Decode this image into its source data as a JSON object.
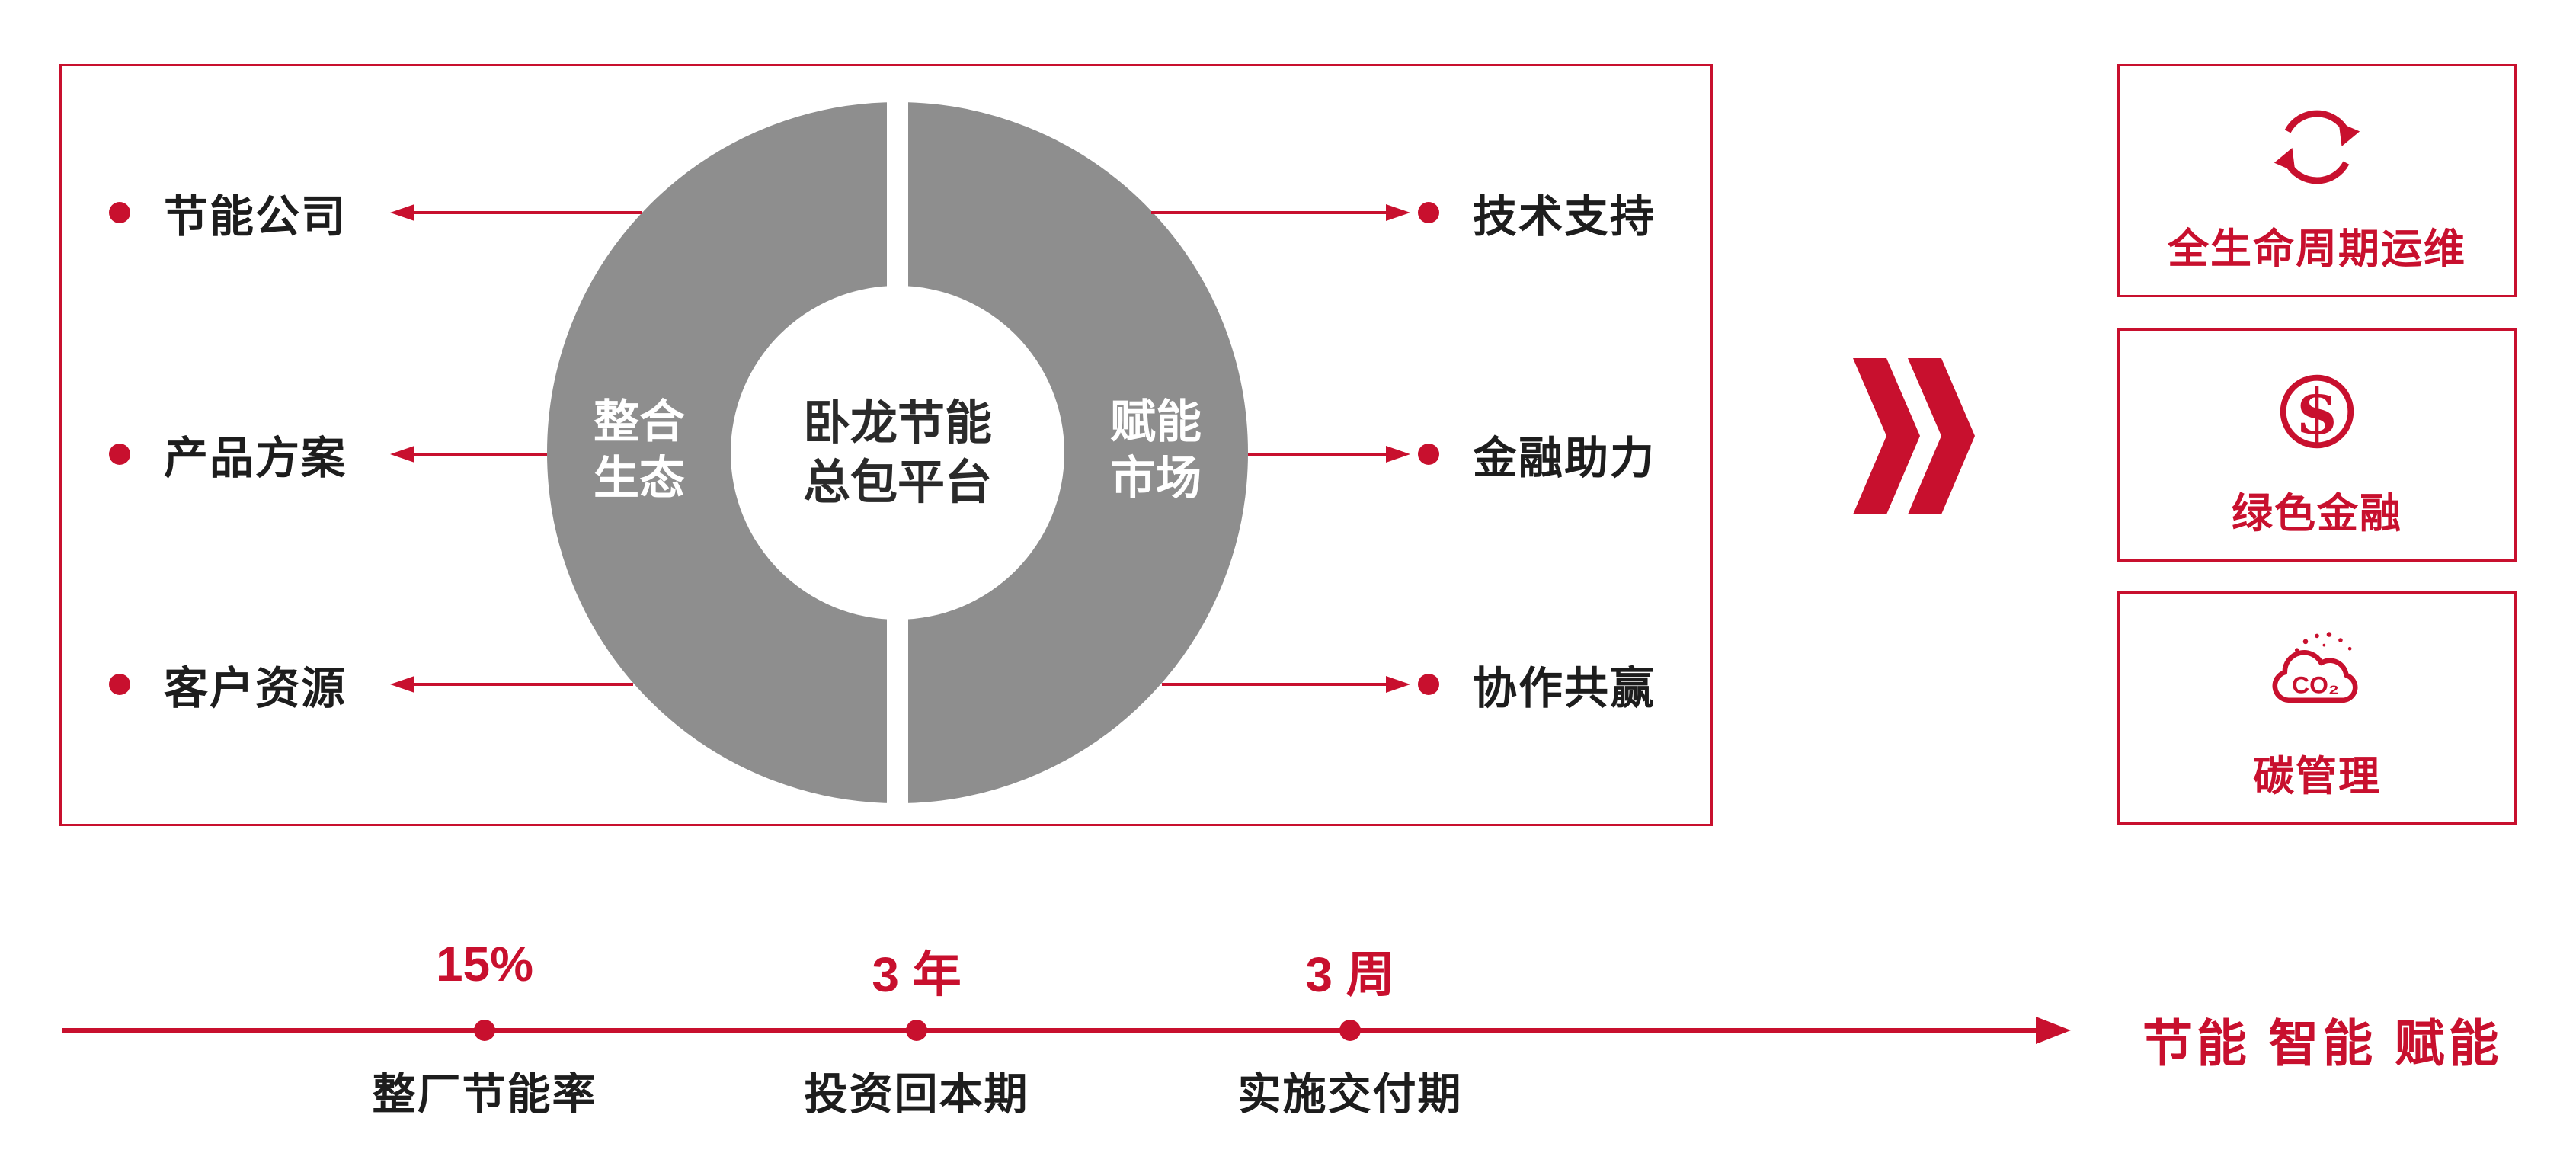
{
  "colors": {
    "accent": "#c8102e",
    "donut": "#8e8e8e",
    "ink": "#1d1d1d"
  },
  "platform": {
    "center": [
      "卧龙节能",
      "总包平台"
    ],
    "left_wing": [
      "整合",
      "生态"
    ],
    "right_wing": [
      "赋能",
      "市场"
    ],
    "left_items": [
      "节能公司",
      "产品方案",
      "客户资源"
    ],
    "right_items": [
      "技术支持",
      "金融助力",
      "协作共赢"
    ]
  },
  "outcomes": [
    {
      "label": "全生命周期运维",
      "icon": "lifecycle-loop-icon",
      "icon_text": ""
    },
    {
      "label": "绿色金融",
      "icon": "dollar-coin-icon",
      "icon_text": "$"
    },
    {
      "label": "碳管理",
      "icon": "co2-cloud-icon",
      "icon_text": "CO₂"
    }
  ],
  "timeline": {
    "milestones": [
      {
        "value": "15%",
        "label": "整厂节能率"
      },
      {
        "value": "3 年",
        "label": "投资回本期"
      },
      {
        "value": "3 周",
        "label": "实施交付期"
      }
    ],
    "tagline": "节能 智能 赋能"
  }
}
